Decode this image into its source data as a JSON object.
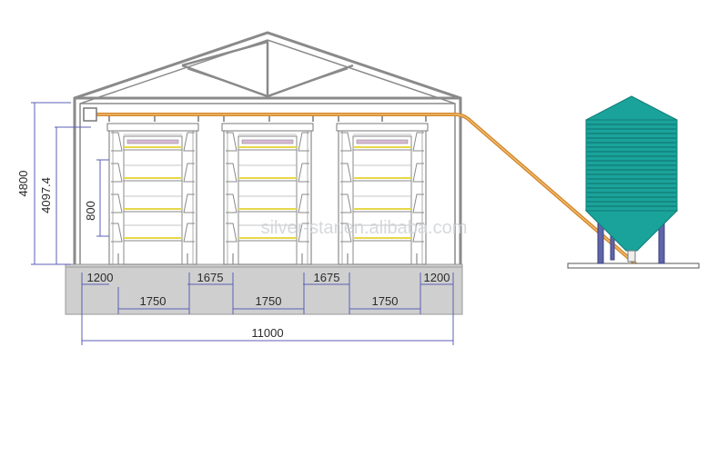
{
  "dimensions": {
    "total_height": "4800",
    "cage_top_height": "4097.4",
    "tier_height": "800",
    "side_left": "1200",
    "aisle_left": "1675",
    "aisle_right": "1675",
    "side_right": "1200",
    "cage_width_1": "1750",
    "cage_width_2": "1750",
    "cage_width_3": "1750",
    "total_width": "11000"
  },
  "watermark": "silver-star.en.alibaba.com",
  "colors": {
    "line": "#8a8a8a",
    "feed_pipe": "#d4872a",
    "silo": "#1aa39a",
    "silo_dark": "#117e77",
    "silo_legs": "#6065a8",
    "dim_line": "#5b5fb4",
    "floor": "#cfcfcf",
    "tier_yellow": "#e6d84a"
  }
}
